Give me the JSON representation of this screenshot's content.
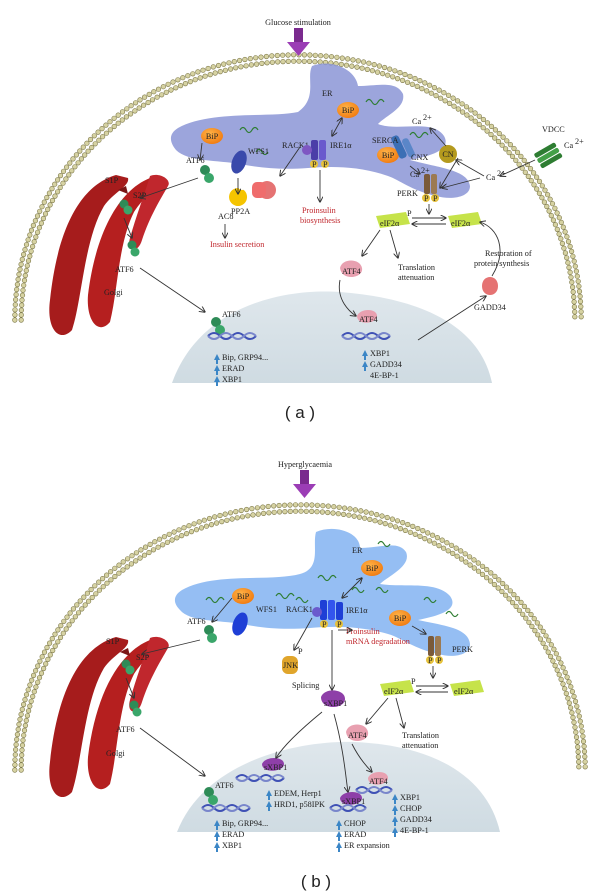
{
  "panel_a": {
    "caption": "( a )",
    "stimulus": "Glucose stimulation",
    "er": "ER",
    "bip": "BiP",
    "ire1a": "IRE1α",
    "rack1": "RACK1",
    "wfs1": "WFS1",
    "atf6": "ATF6",
    "pp2a": "PP2A",
    "ac8": "AC8",
    "insulin_secretion": "Insulin secretion",
    "proinsulin_line1": "Proinsulin",
    "proinsulin_line2": "biosynthesis",
    "serca": "SERCA",
    "cnx": "CNX",
    "cn": "CN",
    "vdcc": "VDCC",
    "ca": "Ca",
    "ca_sup": "2+",
    "perk": "PERK",
    "p": "P",
    "eif2a_p": "eIF2α",
    "eif2a": "eIF2α",
    "restoration_line1": "Restoration of",
    "restoration_line2": "protein synthesis",
    "atf4": "ATF4",
    "translation_line1": "Translation",
    "translation_line2": "attenuation",
    "gadd34": "GADD34",
    "s1p": "S1P",
    "s2p": "S2P",
    "golgi": "Golgi",
    "nucleus_atf6_targets": [
      "Bip, GRP94...",
      "ERAD",
      "XBP1"
    ],
    "nucleus_atf4_targets": [
      "XBP1",
      "GADD34",
      "4E-BP-1"
    ]
  },
  "panel_b": {
    "caption": "( b )",
    "stimulus": "Hyperglycaemia",
    "er": "ER",
    "bip": "BiP",
    "ire1a": "IRE1α",
    "rack1": "RACK1",
    "wfs1": "WFS1",
    "atf6": "ATF6",
    "jnk": "JNK",
    "splicing": "Splicing",
    "proinsulin_line1": "Proinsulin",
    "proinsulin_line2": "mRNA degradation",
    "perk": "PERK",
    "p": "P",
    "eif2a_p": "eIF2α",
    "eif2a": "eIF2α",
    "sxbp1": "sXBP1",
    "atf4": "ATF4",
    "translation_line1": "Translation",
    "translation_line2": "attenuation",
    "s1p": "S1P",
    "s2p": "S2P",
    "golgi": "Golgi",
    "nucleus_atf6_targets": [
      "Bip, GRP94...",
      "ERAD",
      "XBP1"
    ],
    "nucleus_sxbp1_targets": [
      "EDEM, Herp1",
      "HRD1, p58IPK"
    ],
    "nucleus_atf4_targets": [
      "XBP1",
      "CHOP",
      "GADD34",
      "4E-BP-1"
    ],
    "nucleus_sxbp1_atf4_targets": [
      "CHOP",
      "ERAD",
      "ER expansion"
    ]
  }
}
